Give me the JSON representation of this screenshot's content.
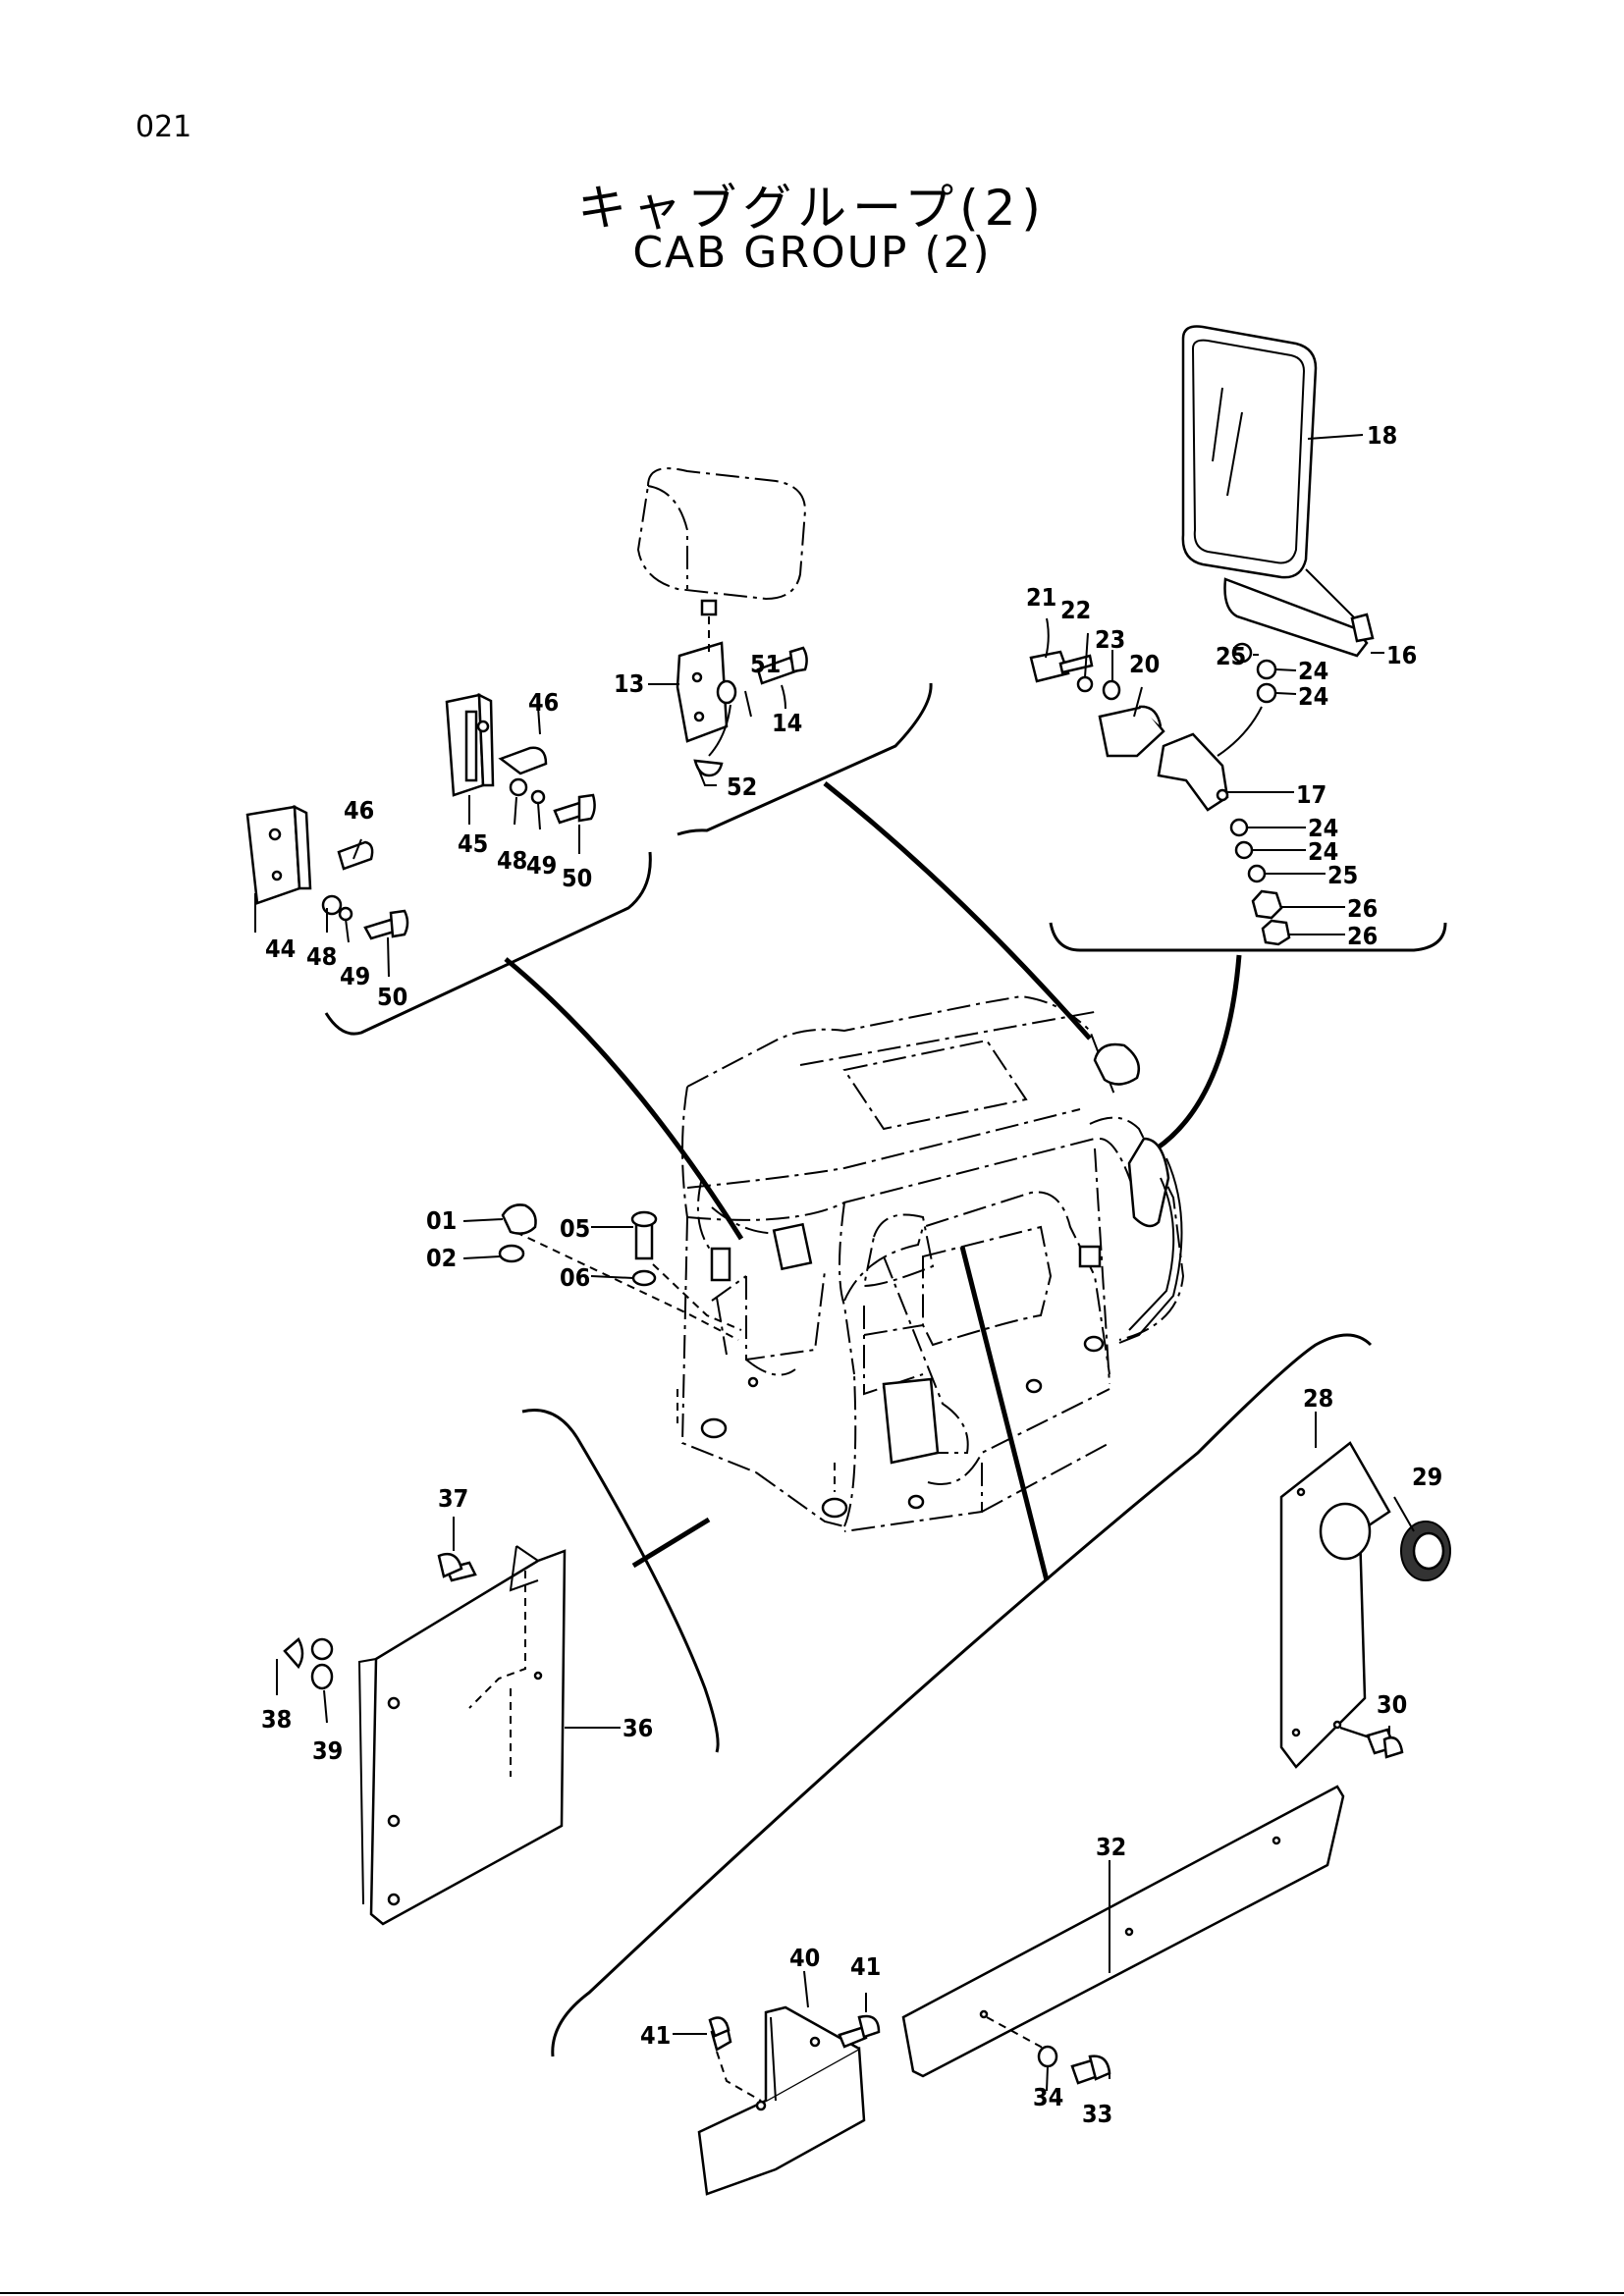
{
  "page_number": "021",
  "title_japanese": "キャブグループ(2)",
  "title_english": "CAB   GROUP (2)",
  "callouts": {
    "c01": "01",
    "c02": "02",
    "c05": "05",
    "c06": "06",
    "c13": "13",
    "c14": "14",
    "c16": "16",
    "c17": "17",
    "c18": "18",
    "c20": "20",
    "c21": "21",
    "c22": "22",
    "c23": "23",
    "c24a": "24",
    "c24b": "24",
    "c24c": "24",
    "c24d": "24",
    "c25a": "25",
    "c25b": "25",
    "c26a": "26",
    "c26b": "26",
    "c28": "28",
    "c29": "29",
    "c30": "30",
    "c32": "32",
    "c33": "33",
    "c34": "34",
    "c36": "36",
    "c37": "37",
    "c38": "38",
    "c39": "39",
    "c40": "40",
    "c41a": "41",
    "c41b": "41",
    "c44": "44",
    "c45": "45",
    "c46a": "46",
    "c46b": "46",
    "c48a": "48",
    "c48b": "48",
    "c49a": "49",
    "c49b": "49",
    "c50a": "50",
    "c50b": "50",
    "c51": "51",
    "c52": "52"
  }
}
